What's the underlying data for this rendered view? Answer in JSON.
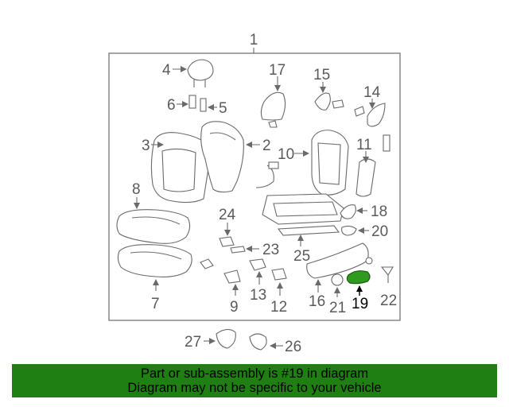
{
  "diagram": {
    "assembly_label": "1",
    "highlight_part": "19",
    "part_labels": {
      "p2": "2",
      "p3": "3",
      "p4": "4",
      "p5": "5",
      "p6": "6",
      "p7": "7",
      "p8": "8",
      "p9": "9",
      "p10": "10",
      "p11": "11",
      "p12": "12",
      "p13": "13",
      "p14": "14",
      "p15": "15",
      "p16": "16",
      "p17": "17",
      "p18": "18",
      "p19": "19",
      "p20": "20",
      "p21": "21",
      "p22": "22",
      "p23": "23",
      "p24": "24",
      "p25": "25",
      "p26": "26",
      "p27": "27"
    }
  },
  "banner": {
    "line1": "Part or sub-assembly is #19 in diagram",
    "line2": "Diagram may not be specific to your vehicle",
    "color": "#1f7f12"
  },
  "colors": {
    "highlight_part_fill": "#2e9a1e",
    "line_art": "#6a6a6a"
  }
}
